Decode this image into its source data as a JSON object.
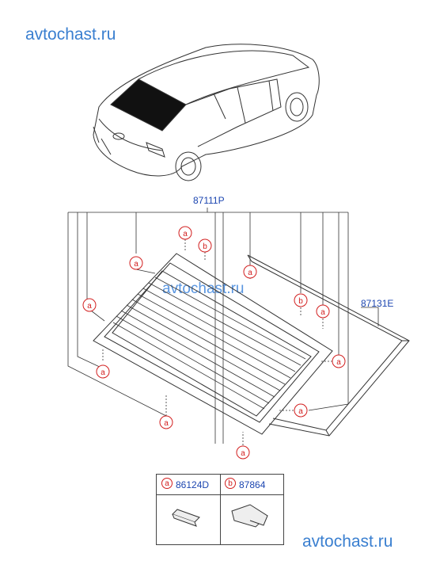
{
  "watermarks": {
    "top": "avtochast.ru",
    "middle": "avtochast.ru",
    "bottom": "avtochast.ru"
  },
  "parts": {
    "rear_glass": "87111P",
    "seal": "87131E"
  },
  "callout_letters": {
    "a": "a",
    "b": "b"
  },
  "legend": [
    {
      "letter": "a",
      "code": "86124D"
    },
    {
      "letter": "b",
      "code": "87864"
    }
  ],
  "colors": {
    "watermark": "#3a7fd0",
    "part_label": "#1b45b0",
    "callout": "#d21e1e",
    "line": "#333333"
  }
}
